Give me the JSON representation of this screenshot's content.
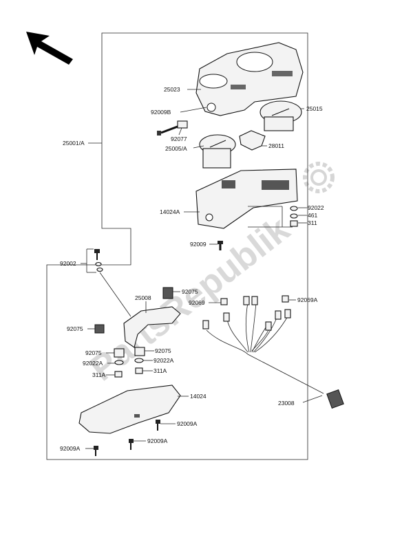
{
  "watermark": {
    "text": "PartsRepublik",
    "icon": "gear-icon"
  },
  "labels": {
    "p25023": "25023",
    "p92009B": "92009B",
    "p25015": "25015",
    "p92077": "92077",
    "p25005A": "25005/A",
    "p28011": "28011",
    "p25001A": "25001/A",
    "p14024A": "14024A",
    "p92022": "92022",
    "p461": "461",
    "p311": "311",
    "p92009": "92009",
    "p92002": "92002",
    "p25008": "25008",
    "p92075a": "92075",
    "p92069": "92069",
    "p92069A": "92069A",
    "p92075b": "92075",
    "p92075c": "92075",
    "p92075d": "92075",
    "p92022Aa": "92022A",
    "p92022Ab": "92022A",
    "p311Aa": "311A",
    "p311Ab": "311A",
    "p14024": "14024",
    "p23008": "23008",
    "p92009Aa": "92009A",
    "p92009Ab": "92009A",
    "p92009Ac": "92009A"
  }
}
